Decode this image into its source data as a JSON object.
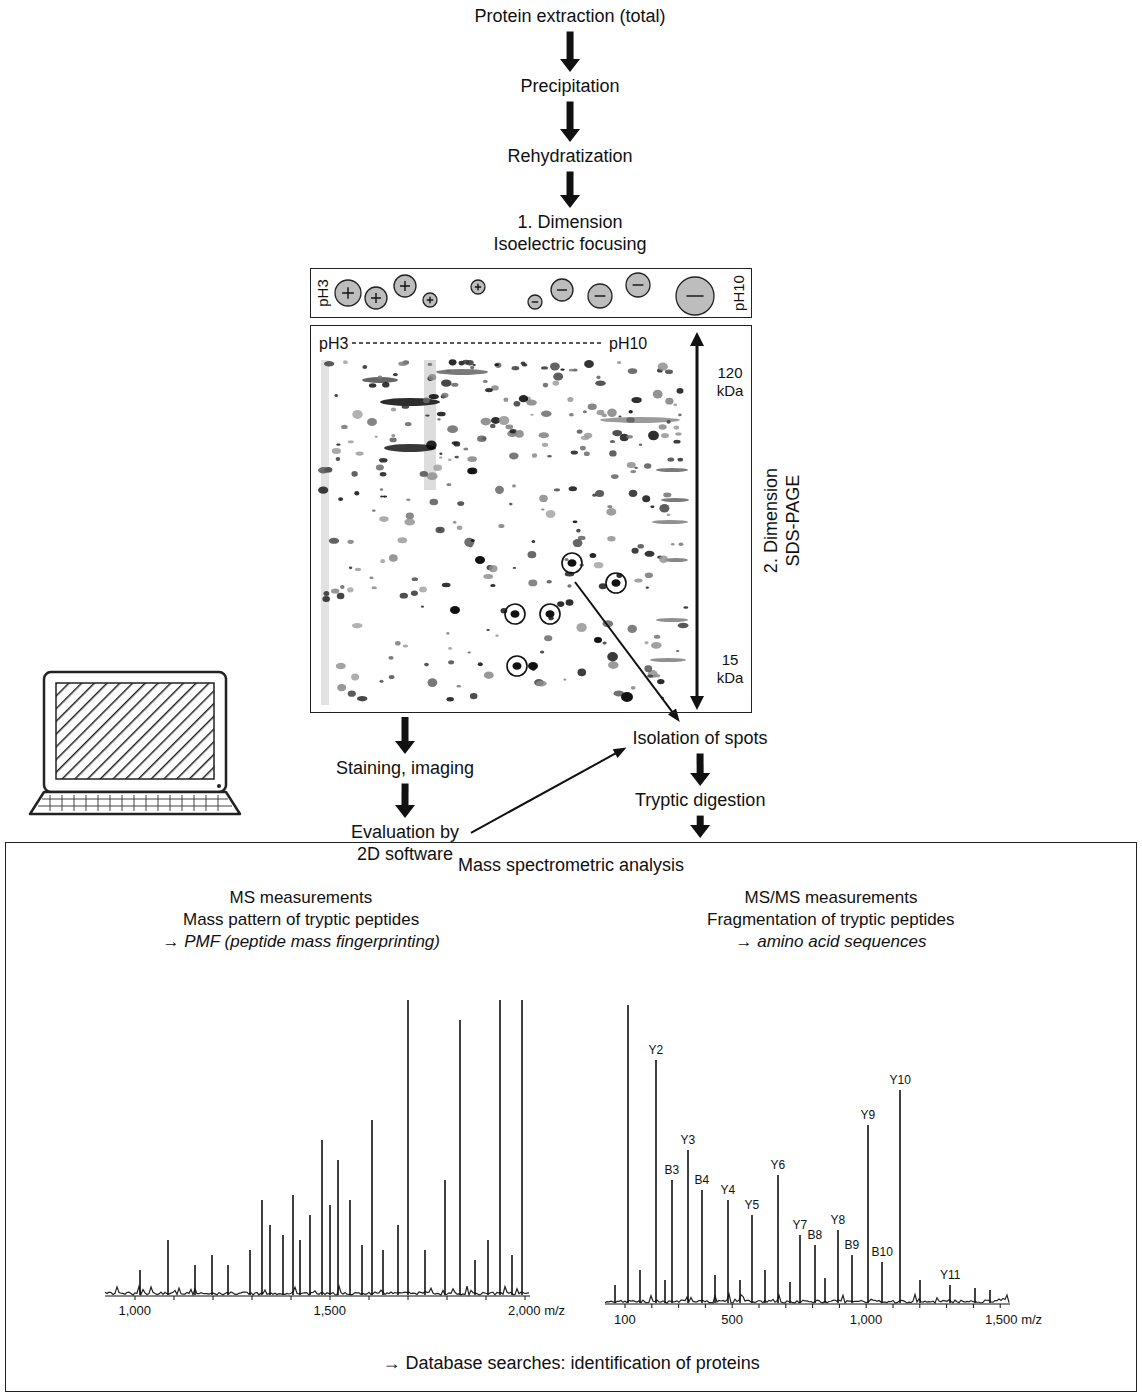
{
  "diagram": {
    "nodes": [
      {
        "text": [
          "Protein extraction (total)"
        ]
      },
      {
        "text": [
          "Precipitation"
        ]
      },
      {
        "text": [
          "Rehydratization"
        ]
      },
      {
        "text": [
          "1. Dimension Isoelectric focusing"
        ]
      },
      {
        "text": [
          "pH3",
          "pH10"
        ]
      },
      {
        "text": [
          "pH3",
          "pH10",
          "120 kDa",
          "15 kDa"
        ]
      },
      {
        "text": [
          "Staining, imaging"
        ]
      },
      {
        "text": [
          "Evaluation by 2D software"
        ]
      },
      {
        "text": [
          "Isolation of spots"
        ]
      },
      {
        "text": [
          "Tryptic digestion"
        ]
      },
      {
        "text": [
          "Mass spectrometric analysis",
          "MS measurements",
          "Mass pattern of tryptic peptides",
          "→ PMF (peptide mass fingerprinting)",
          "MS/MS measurements",
          "Fragmentation of tryptic peptides",
          "→ amino acid sequences",
          "→ Database searches: identification of proteins"
        ]
      }
    ],
    "edges": [
      {
        "from": 0,
        "to": 1,
        "arrow": "to"
      },
      {
        "from": 1,
        "to": 2,
        "arrow": "to"
      },
      {
        "from": 2,
        "to": 3,
        "arrow": "to"
      },
      {
        "from": 5,
        "to": 6,
        "arrow": "to"
      },
      {
        "from": 6,
        "to": 7,
        "arrow": "to"
      },
      {
        "from": 7,
        "to": 8,
        "arrow": "to"
      },
      {
        "from": 5,
        "to": 8,
        "arrow": "to"
      },
      {
        "from": 8,
        "to": 9,
        "arrow": "to"
      },
      {
        "from": 9,
        "to": 10,
        "arrow": "to"
      }
    ],
    "labels": [
      "2. Dimension SDS-PAGE",
      "1,000",
      "1,500",
      "2,000 m/z",
      "Y2",
      "B3",
      "Y3",
      "B4",
      "Y4",
      "Y5",
      "Y6",
      "Y7",
      "B8",
      "Y8",
      "B9",
      "Y9",
      "B10",
      "Y10",
      "Y11",
      "100",
      "500",
      "1,000",
      "1,500 m/z"
    ]
  }
}
